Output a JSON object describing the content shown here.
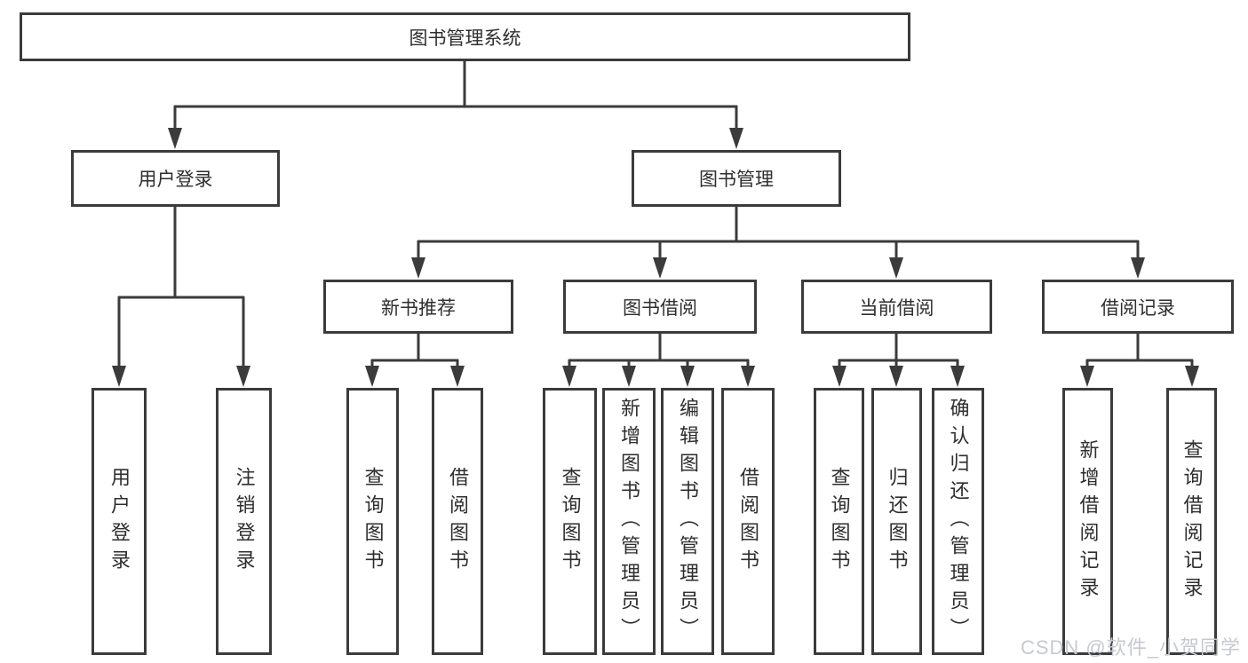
{
  "colors": {
    "line": "#3b3b3b",
    "box_border": "#3b3b3b",
    "box_background": "#ffffff",
    "text": "#2e2e2e",
    "watermark": "#c6c9ce",
    "background": "#ffffff"
  },
  "watermark": {
    "text": "CSDN @软件_小贺同学"
  },
  "tree": {
    "root": {
      "label": "图书管理系统",
      "children": [
        {
          "label": "用户登录",
          "children": [
            {
              "label": "用户登录"
            },
            {
              "label": "注销登录"
            }
          ]
        },
        {
          "label": "图书管理",
          "children": [
            {
              "label": "新书推荐",
              "children": [
                {
                  "label": "查询图书"
                },
                {
                  "label": "借阅图书"
                }
              ]
            },
            {
              "label": "图书借阅",
              "children": [
                {
                  "label": "查询图书"
                },
                {
                  "label": "新增图书（管理员）"
                },
                {
                  "label": "编辑图书（管理员）"
                },
                {
                  "label": "借阅图书"
                }
              ]
            },
            {
              "label": "当前借阅",
              "children": [
                {
                  "label": "查询图书"
                },
                {
                  "label": "归还图书"
                },
                {
                  "label": "确认归还（管理员）"
                }
              ]
            },
            {
              "label": "借阅记录",
              "children": [
                {
                  "label": "新增借阅记录"
                },
                {
                  "label": "查询借阅记录"
                }
              ]
            }
          ]
        }
      ]
    }
  }
}
